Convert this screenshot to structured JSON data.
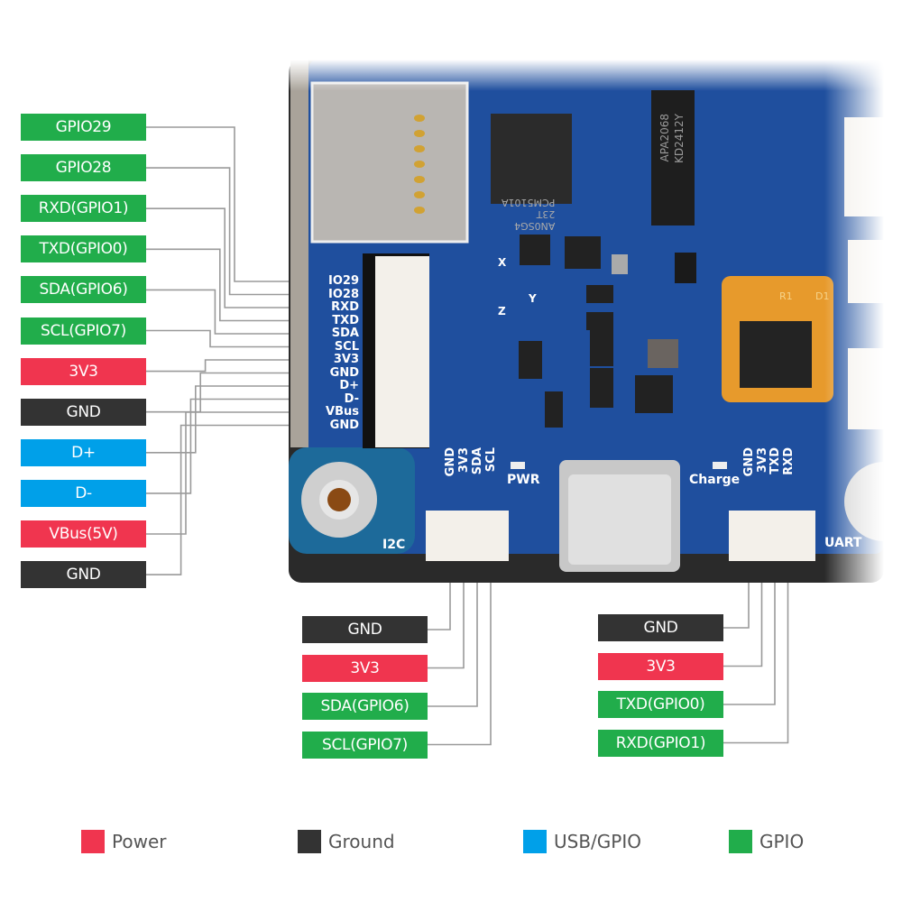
{
  "colors": {
    "power": "#f0354f",
    "ground": "#333333",
    "usb_gpio": "#00a0e9",
    "gpio": "#21ad4b",
    "pcb": "#1d4f9c",
    "wire": "#9a9a9a"
  },
  "left_header": {
    "pins": [
      {
        "label": "GPIO29",
        "silk": "IO29",
        "type": "gpio"
      },
      {
        "label": "GPIO28",
        "silk": "IO28",
        "type": "gpio"
      },
      {
        "label": "RXD(GPIO1)",
        "silk": "RXD",
        "type": "gpio"
      },
      {
        "label": "TXD(GPIO0)",
        "silk": "TXD",
        "type": "gpio"
      },
      {
        "label": "SDA(GPIO6)",
        "silk": "SDA",
        "type": "gpio"
      },
      {
        "label": "SCL(GPIO7)",
        "silk": "SCL",
        "type": "gpio"
      },
      {
        "label": "3V3",
        "silk": "3V3",
        "type": "power"
      },
      {
        "label": "GND",
        "silk": "GND",
        "type": "ground"
      },
      {
        "label": "D+",
        "silk": "D+",
        "type": "usb"
      },
      {
        "label": "D-",
        "silk": "D-",
        "type": "usb"
      },
      {
        "label": "VBus(5V)",
        "silk": "VBus",
        "type": "power"
      },
      {
        "label": "GND",
        "silk": "GND",
        "type": "ground"
      }
    ]
  },
  "i2c_connector": {
    "title": "I2C",
    "pins": [
      {
        "label": "GND",
        "silk": "GND",
        "type": "ground"
      },
      {
        "label": "3V3",
        "silk": "3V3",
        "type": "power"
      },
      {
        "label": "SDA(GPIO6)",
        "silk": "SDA",
        "type": "gpio"
      },
      {
        "label": "SCL(GPIO7)",
        "silk": "SCL",
        "type": "gpio"
      }
    ]
  },
  "uart_connector": {
    "title": "UART",
    "pins": [
      {
        "label": "GND",
        "silk": "GND",
        "type": "ground"
      },
      {
        "label": "3V3",
        "silk": "3V3",
        "type": "power"
      },
      {
        "label": "TXD(GPIO0)",
        "silk": "TXD",
        "type": "gpio"
      },
      {
        "label": "RXD(GPIO1)",
        "silk": "RXD",
        "type": "gpio"
      }
    ]
  },
  "board": {
    "pwr_led": "PWR",
    "charge_led": "Charge",
    "dac_chip": [
      "PCM5101A",
      "23T",
      "AN0SG4"
    ],
    "amp_chip": [
      "APA2068",
      "KD2412Y"
    ],
    "axis_x": "X",
    "axis_y": "Y",
    "axis_z": "Z",
    "r1": "R1",
    "d1": "D1"
  },
  "legend": [
    {
      "label": "Power",
      "type": "power"
    },
    {
      "label": "Ground",
      "type": "ground"
    },
    {
      "label": "USB/GPIO",
      "type": "usb"
    },
    {
      "label": "GPIO",
      "type": "gpio"
    }
  ]
}
